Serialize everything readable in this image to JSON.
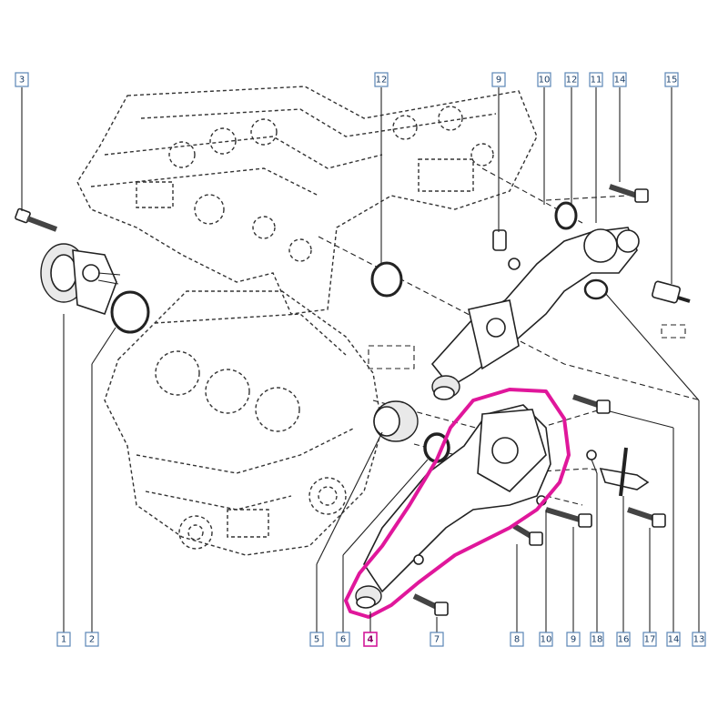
{
  "diagram": {
    "highlight_color": "#e0179b",
    "line_color": "#222222",
    "callout_border_color": "#5b86b6",
    "callouts_top": [
      "3",
      "12",
      "9",
      "10",
      "12",
      "11",
      "14",
      "15"
    ],
    "callouts_bottom": [
      "1",
      "2",
      "5",
      "6",
      "4",
      "7",
      "8",
      "10",
      "9",
      "18",
      "16",
      "17",
      "14",
      "13"
    ],
    "highlighted_callout": "4"
  }
}
